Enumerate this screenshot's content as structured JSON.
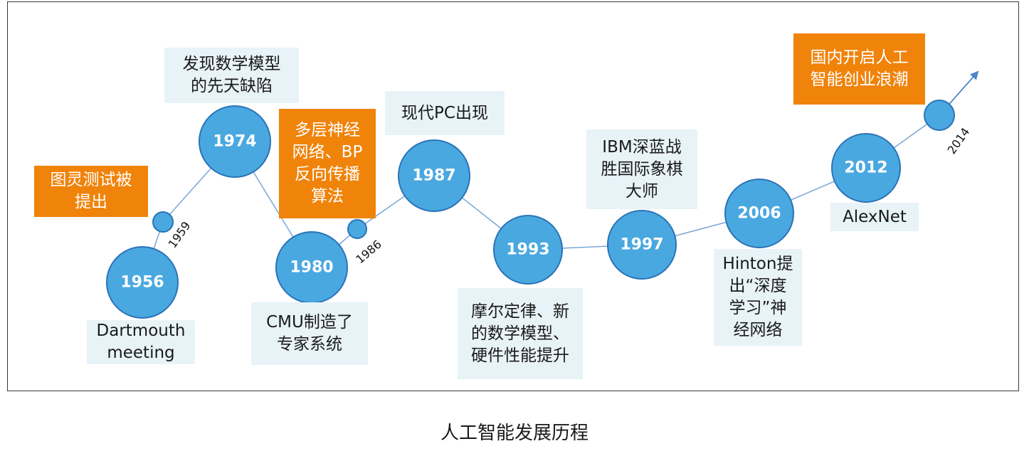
{
  "caption": "人工智能发展历程",
  "colors": {
    "node_fill": "#4aa8e0",
    "node_stroke": "#2a73b8",
    "connector": "#7aa6d6",
    "label_bg": "#e8f3f8",
    "highlight_bg": "#f0830a"
  },
  "milestones": [
    {
      "year": "1956",
      "label": "Dartmouth\nmeeting",
      "highlight": false
    },
    {
      "year": "1959",
      "label": "图灵测试被\n提出",
      "highlight": true
    },
    {
      "year": "1974",
      "label": "发现数学模型\n的先天缺陷",
      "highlight": false
    },
    {
      "year": "1980",
      "label": "CMU制造了\n专家系统",
      "highlight": false
    },
    {
      "year": "1986",
      "label": "多层神经\n网络、BP\n反向传播\n算法",
      "highlight": true
    },
    {
      "year": "1987",
      "label": "现代PC出现",
      "highlight": false
    },
    {
      "year": "1993",
      "label": "摩尔定律、新\n的数学模型、\n硬件性能提升",
      "highlight": false
    },
    {
      "year": "1997",
      "label": "IBM深蓝战\n胜国际象棋\n大师",
      "highlight": false
    },
    {
      "year": "2006",
      "label": "Hinton提\n出“深度\n学习”神\n经网络",
      "highlight": false
    },
    {
      "year": "2012",
      "label": "AlexNet",
      "highlight": false
    },
    {
      "year": "2014",
      "label": "国内开启人工\n智能创业浪潮",
      "highlight": true
    }
  ]
}
